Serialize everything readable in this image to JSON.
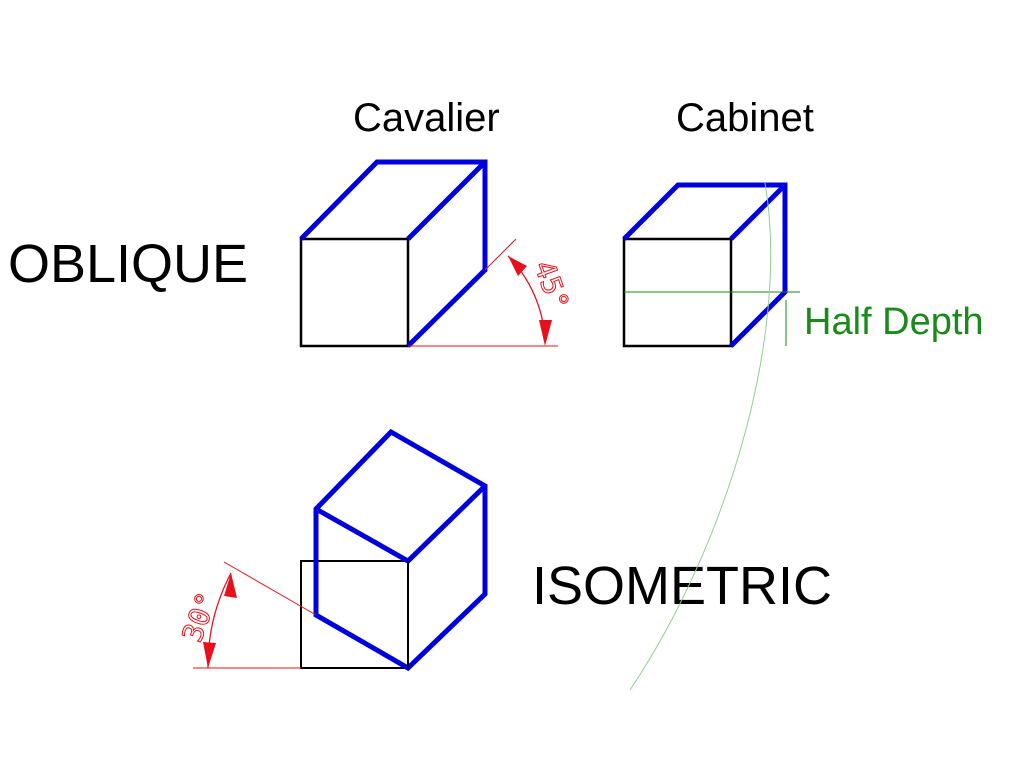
{
  "labels": {
    "cavalier": "Cavalier",
    "cabinet": "Cabinet",
    "oblique": "OBLIQUE",
    "isometric": "ISOMETRIC",
    "half_depth": "Half Depth",
    "angle_45": "45°",
    "angle_30": "30°"
  },
  "colors": {
    "front_face": "#000000",
    "projection_edges": "#0000dd",
    "dimension": "#e8101a",
    "half_depth": "#1a8a1a",
    "background": "#ffffff"
  }
}
